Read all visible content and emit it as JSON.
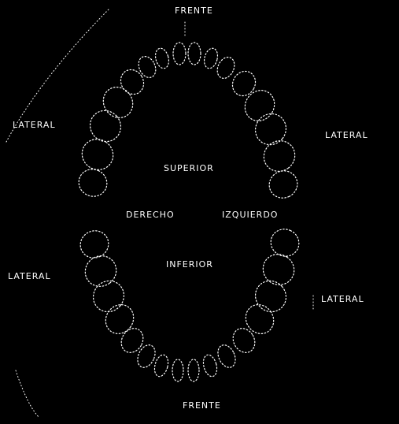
{
  "colors": {
    "background": "#000000",
    "ink": "#ffffff"
  },
  "labels": {
    "top": "FRENTE",
    "bottom": "FRENTE",
    "upper_left": "LATERAL",
    "upper_right": "LATERAL",
    "lower_left": "LATERAL",
    "lower_right": "LATERAL",
    "superior": "SUPERIOR",
    "right_side": "DERECHO",
    "left_side": "IZQUIERDO",
    "inferior": "INFERIOR"
  },
  "teeth_icon": "dental-arch-outline"
}
